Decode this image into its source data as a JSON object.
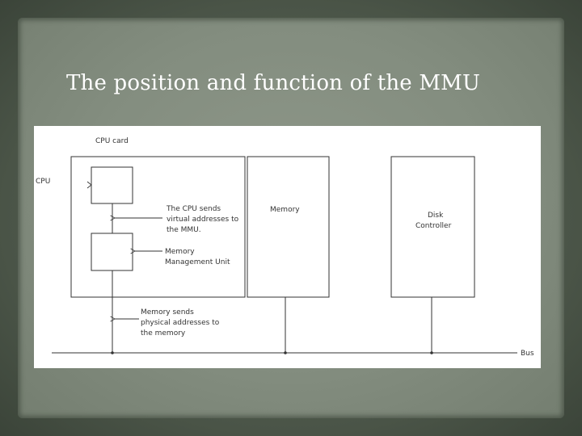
{
  "slide": {
    "title": "The position and function of the MMU"
  },
  "diagram": {
    "cpu_card_label": "CPU card",
    "cpu_label": "CPU",
    "cpu_sends_lines": [
      "The CPU sends",
      "virtual addresses to",
      "the MMU."
    ],
    "mmu_lines": [
      "Memory",
      "Management Unit"
    ],
    "memory_sends_lines": [
      "Memory sends",
      "physical addresses to",
      "the memory"
    ],
    "memory_label": "Memory",
    "disk_lines": [
      "Disk",
      "Controller"
    ],
    "bus_label": "Bus"
  }
}
